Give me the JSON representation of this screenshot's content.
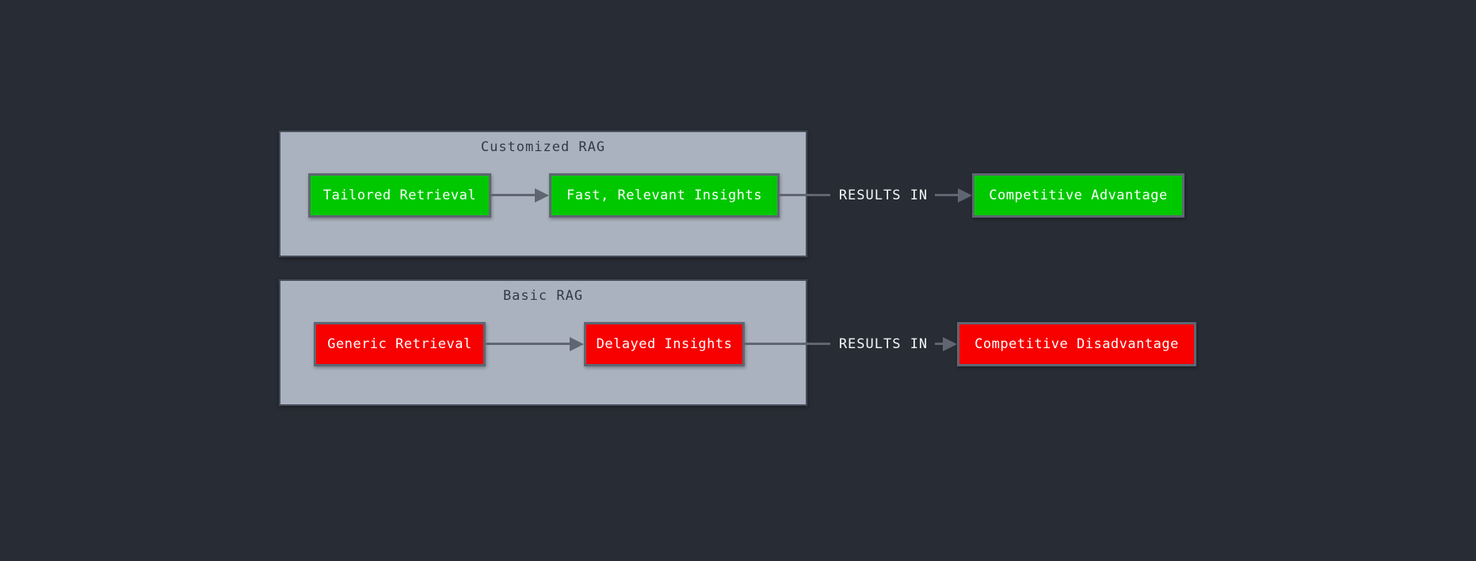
{
  "colors": {
    "bg": "#282c34",
    "cluster_fill": "#abb2bf",
    "cluster_border": "#454c59",
    "cluster_title": "#333a47",
    "node_border": "#5f6672",
    "green": "#00c800",
    "red": "#f80000",
    "node_text": "#ffffff",
    "edge": "#5f6672",
    "edge_label_text": "#f4f6f9"
  },
  "diagram": {
    "rows": [
      {
        "cluster_title": "Customized RAG",
        "tone": "green",
        "node1": "Tailored Retrieval",
        "node2": "Fast, Relevant Insights",
        "edge_label": "RESULTS IN",
        "result_node": "Competitive Advantage"
      },
      {
        "cluster_title": "Basic RAG",
        "tone": "red",
        "node1": "Generic Retrieval",
        "node2": "Delayed Insights",
        "edge_label": "RESULTS IN",
        "result_node": "Competitive Disadvantage"
      }
    ]
  }
}
